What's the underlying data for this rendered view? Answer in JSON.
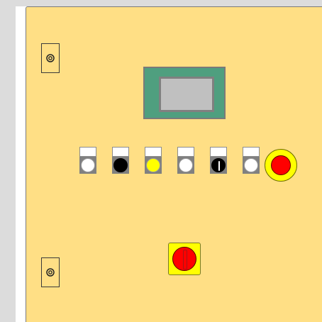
{
  "scene": {
    "wall_color": "#dcdcdc",
    "cabinet_color": "#ffdf85",
    "hinge_icon": "hinge-lock-icon",
    "hmi_frame_color": "#4f9f7f",
    "hmi_screen_color": "#c0c0c0"
  },
  "buttons": [
    {
      "name": "pushbutton-1",
      "cap_color": "#ffffff",
      "kind": "pushbutton"
    },
    {
      "name": "pushbutton-2",
      "cap_color": "#000000",
      "kind": "pushbutton"
    },
    {
      "name": "pushbutton-3",
      "cap_color": "#ffff00",
      "kind": "pushbutton"
    },
    {
      "name": "pushbutton-4",
      "cap_color": "#ffffff",
      "kind": "pushbutton"
    },
    {
      "name": "selector-switch",
      "cap_color": "#000000",
      "kind": "selector"
    },
    {
      "name": "pushbutton-6",
      "cap_color": "#ffffff",
      "kind": "pushbutton"
    }
  ],
  "emergency_stop": {
    "ring_color": "#ffff00",
    "head_color": "#ff0000"
  },
  "main_switch": {
    "plate_color": "#ffff00",
    "knob_color": "#ff0000"
  }
}
